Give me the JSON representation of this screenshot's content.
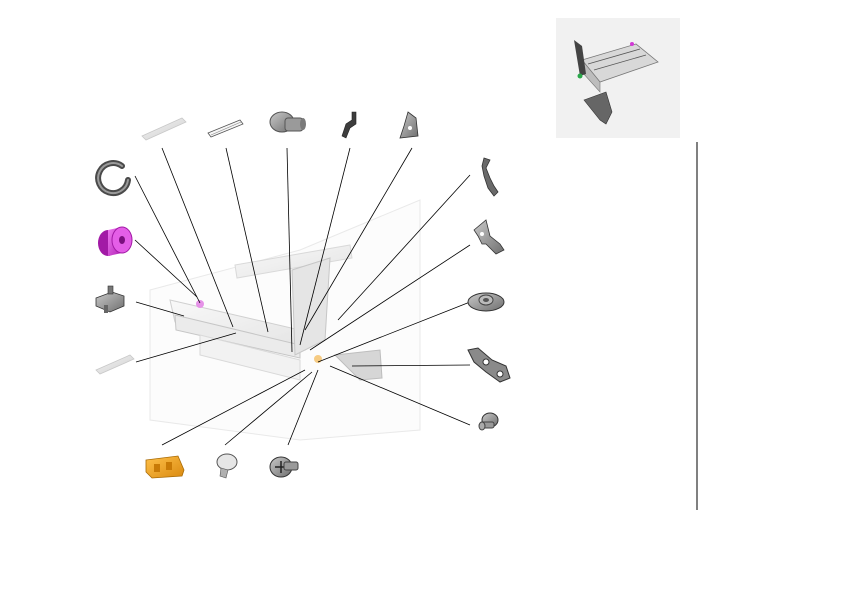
{
  "page": {
    "background": "#ffffff",
    "accent_colors": {
      "magenta_part": "#d23ad6",
      "orange_part": "#f0a21e",
      "gray_part": "#8e8e8e",
      "rail": "#e6e6e6"
    }
  },
  "parts": [
    {
      "id": "rail-strip-top"
    },
    {
      "id": "rail-strip-small"
    },
    {
      "id": "shoulder-screw-top"
    },
    {
      "id": "bracket-a"
    },
    {
      "id": "bracket-b"
    },
    {
      "id": "wire-bracket"
    },
    {
      "id": "e-clip"
    },
    {
      "id": "roller-magenta"
    },
    {
      "id": "latch-clip"
    },
    {
      "id": "rail-strip-lower"
    },
    {
      "id": "arm-plate"
    },
    {
      "id": "flange-bushing"
    },
    {
      "id": "gasket-plate"
    },
    {
      "id": "pin"
    },
    {
      "id": "orange-block"
    },
    {
      "id": "knob-cap"
    },
    {
      "id": "phillips-screw"
    }
  ]
}
